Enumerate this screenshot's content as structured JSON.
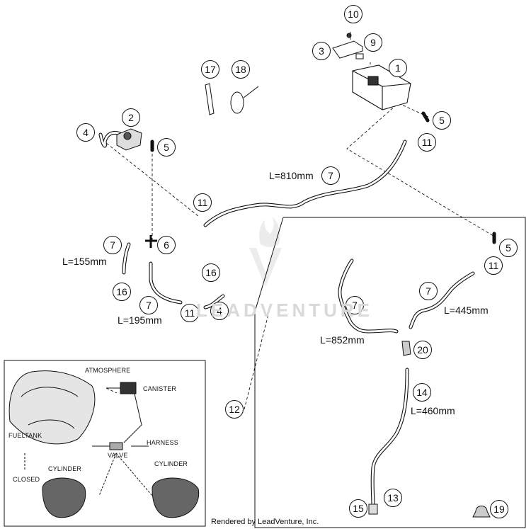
{
  "callouts": {
    "c1": "1",
    "c2": "2",
    "c3": "3",
    "c4a": "4",
    "c4b": "4",
    "c5a": "5",
    "c5b": "5",
    "c5c": "5",
    "c6": "6",
    "c7a": "7",
    "c7b": "7",
    "c7c": "7",
    "c7d": "7",
    "c7e": "7",
    "c9": "9",
    "c10": "10",
    "c11a": "11",
    "c11b": "11",
    "c11c": "11",
    "c11d": "11",
    "c12": "12",
    "c13": "13",
    "c14": "14",
    "c15": "15",
    "c16a": "16",
    "c16b": "16",
    "c17": "17",
    "c18": "18",
    "c19": "19",
    "c20": "20"
  },
  "lengths": {
    "l810": "L=810mm",
    "l155": "L=155mm",
    "l195": "L=195mm",
    "l852": "L=852mm",
    "l445": "L=445mm",
    "l460": "L=460mm"
  },
  "inset": {
    "atmosphere": "ATMOSPHERE",
    "canister": "CANISTER",
    "fueltank": "FUELTANK",
    "harness": "HARNESS",
    "valve": "VALVE",
    "cylinder_left": "CYLINDER",
    "cylinder_right": "CYLINDER",
    "closed": "CLOSED"
  },
  "watermark": "LEADVENTURE",
  "credit": "Rendered by LeadVenture, Inc."
}
